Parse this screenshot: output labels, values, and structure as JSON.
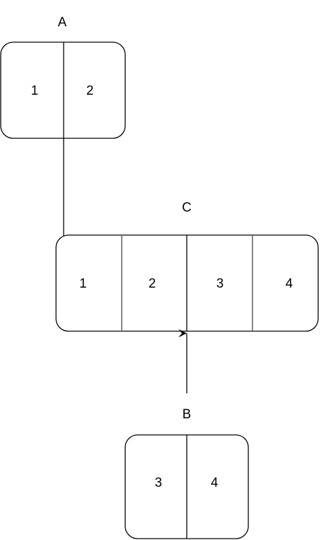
{
  "diagram": {
    "nodes": [
      {
        "id": "A",
        "label": "A",
        "cells": [
          "1",
          "2"
        ]
      },
      {
        "id": "C",
        "label": "C",
        "cells": [
          "1",
          "2",
          "3",
          "4"
        ]
      },
      {
        "id": "B",
        "label": "B",
        "cells": [
          "3",
          "4"
        ]
      }
    ],
    "edges": [
      {
        "from": "A",
        "to": "C",
        "style": "arrow"
      },
      {
        "from": "B",
        "to": "C",
        "style": "arrow"
      }
    ],
    "colors": {
      "stroke": "#000000",
      "inner_divider": "#666666",
      "background": "#ffffff"
    }
  }
}
